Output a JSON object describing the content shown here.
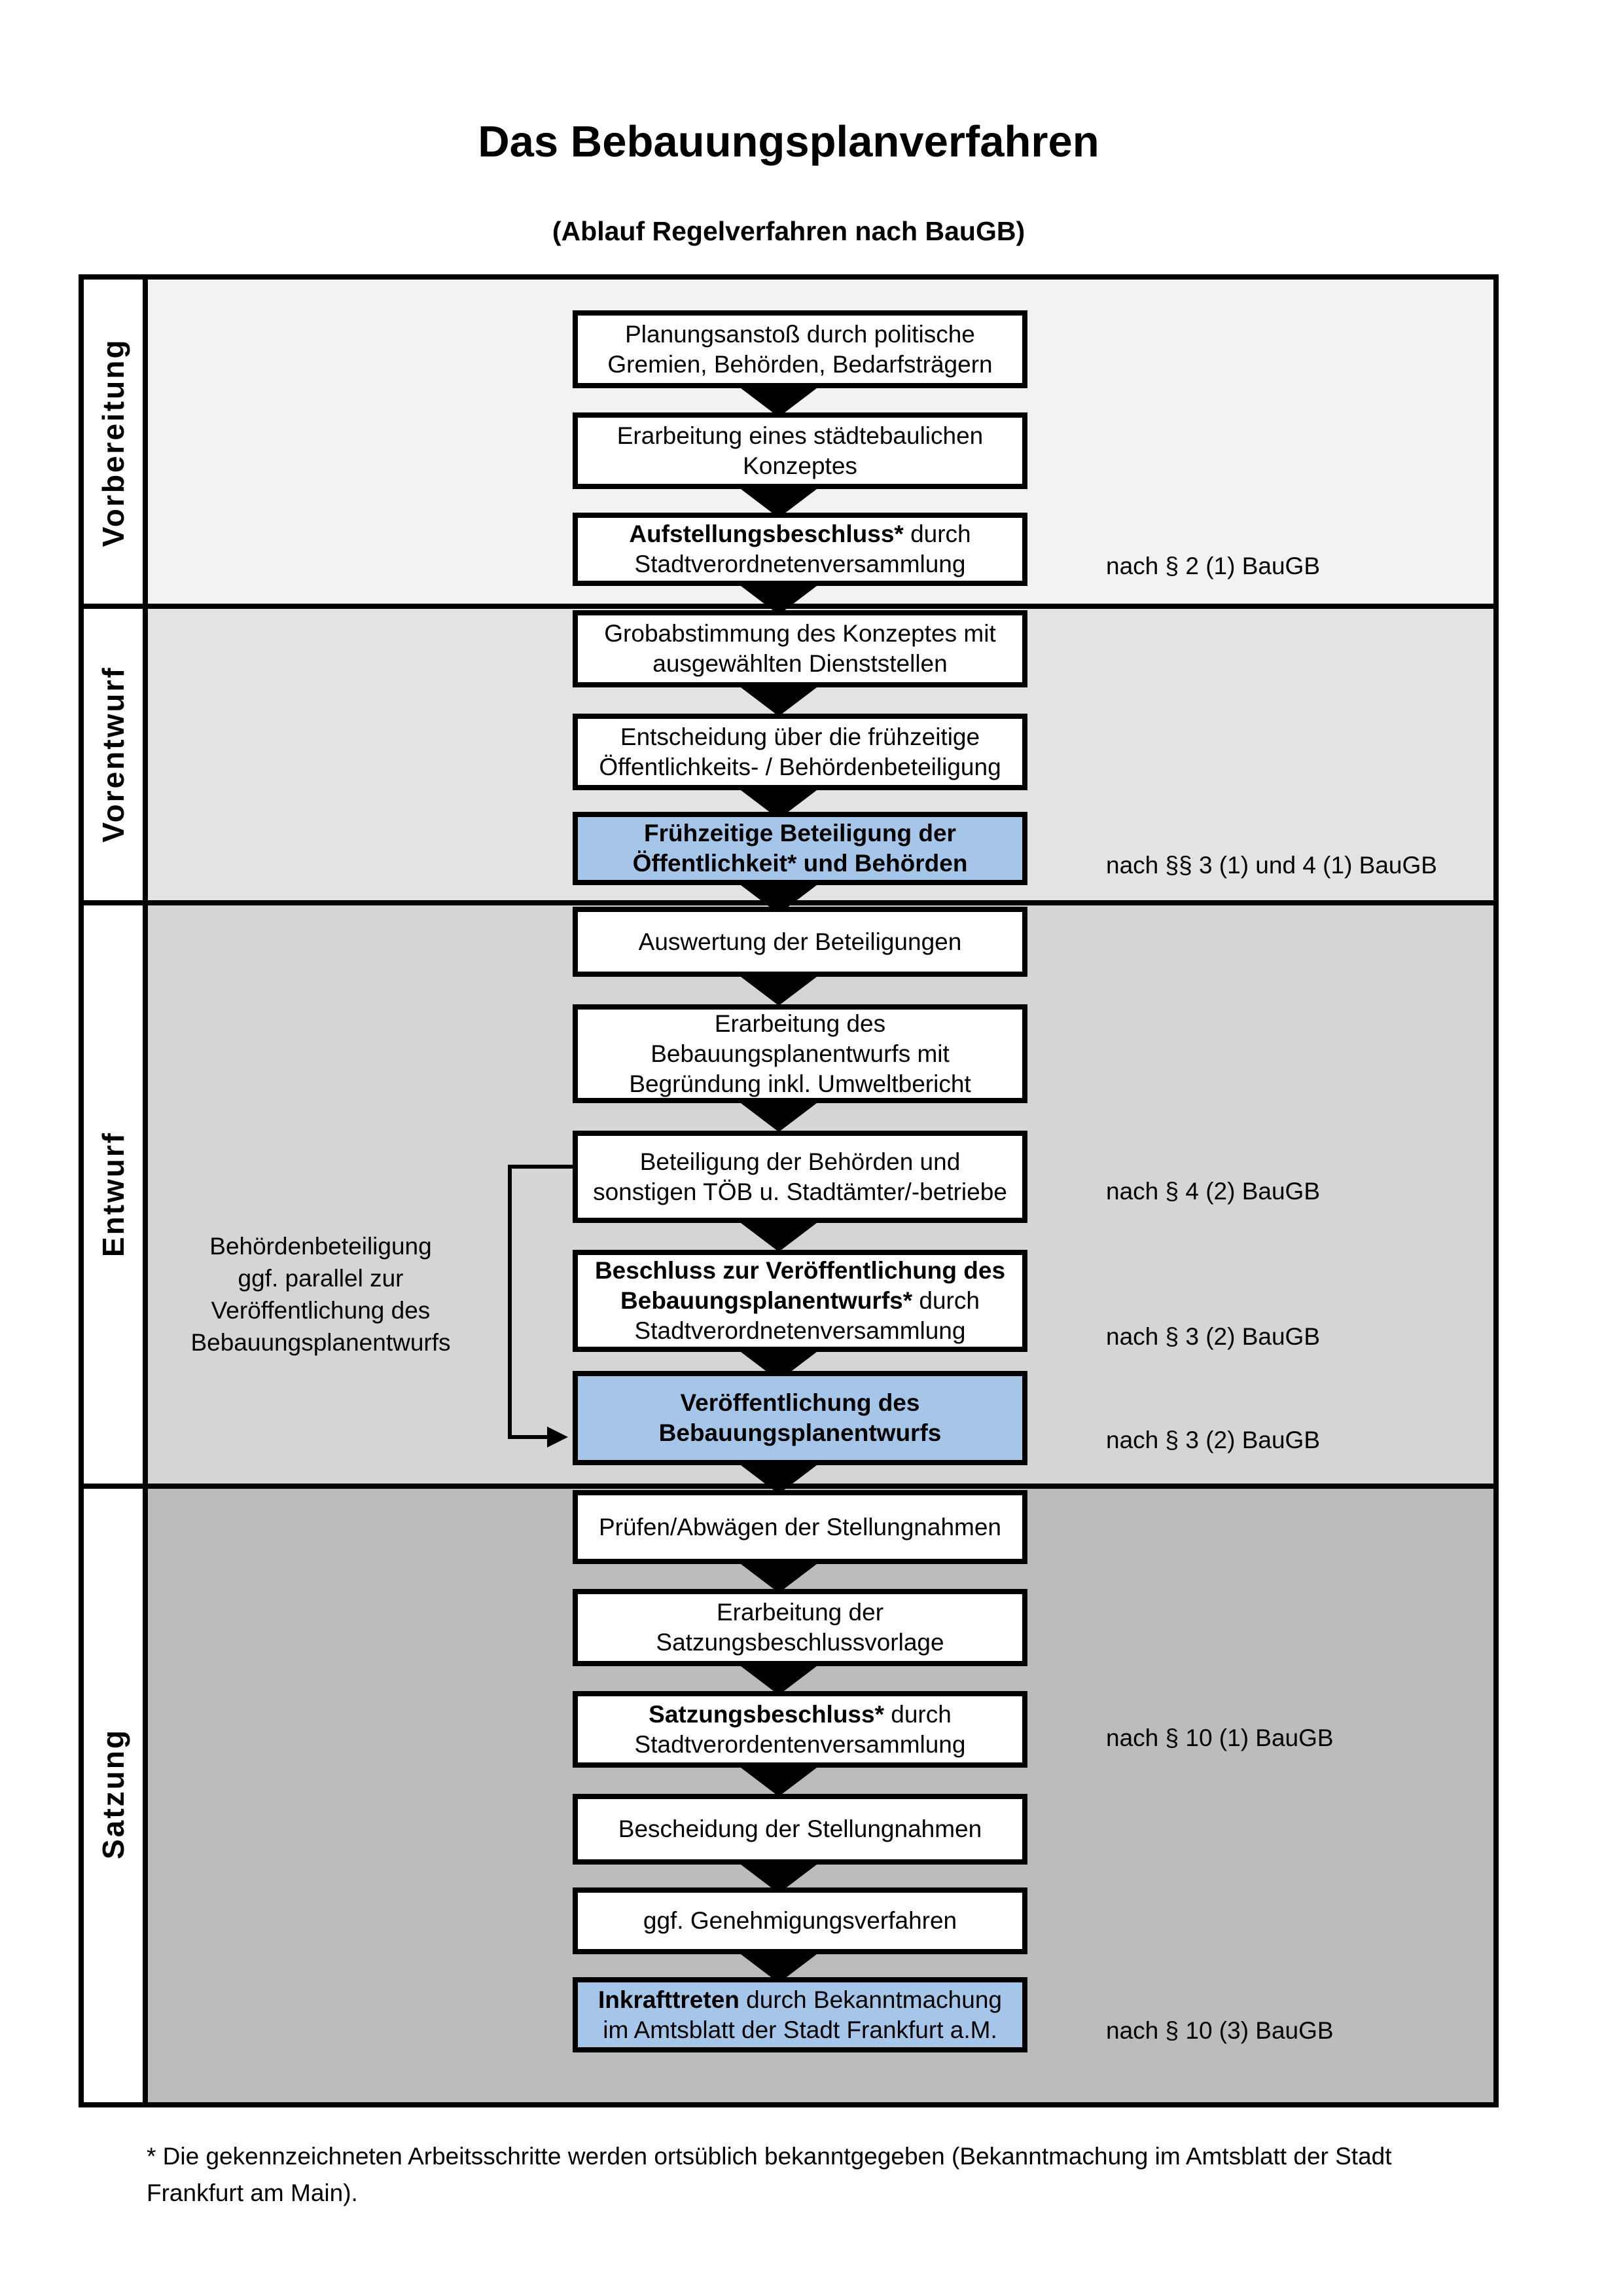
{
  "title": "Das Bebauungsplanverfahren",
  "subtitle": "(Ablauf Regelverfahren nach BauGB)",
  "colors": {
    "highlight_blue": "#a5c6e9",
    "phase1_bg": "#f2f2f2",
    "phase2_bg": "#e3e3e3",
    "phase3_bg": "#d5d5d5",
    "phase4_bg": "#bcbcbc",
    "line_black": "#000000"
  },
  "phases": {
    "p1": "Vorbereitung",
    "p2": "Vorentwurf",
    "p3": "Entwurf",
    "p4": "Satzung"
  },
  "flow": {
    "planungsanstoss": {
      "l1": "Planungsanstoß durch politische",
      "l2": "Gremien, Behörden, Bedarfsträgern"
    },
    "konzept": {
      "l1": "Erarbeitung eines städtebaulichen",
      "l2": "Konzeptes"
    },
    "aufstellungsbeschluss": {
      "l1b": "Aufstellungsbeschluss*",
      "l1r": " durch",
      "l2": "Stadtverordnetenversammlung"
    },
    "grobabstimmung": {
      "l1": "Grobabstimmung des Konzeptes mit",
      "l2": "ausgewählten Dienststellen"
    },
    "entscheidung": {
      "l1": "Entscheidung über die frühzeitige",
      "l2": "Öffentlichkeits- / Behördenbeteiligung"
    },
    "fruehzeitige_beteiligung": {
      "l1": "Frühzeitige Beteiligung der",
      "l2": "Öffentlichkeit* und Behörden"
    },
    "auswertung": {
      "l1": "Auswertung der Beteiligungen"
    },
    "erarbeitung_entwurf": {
      "l1": "Erarbeitung des",
      "l2": "Bebauungsplanentwurfs mit",
      "l3": "Begründung inkl. Umweltbericht"
    },
    "beteiligung_behoerden": {
      "l1": "Beteiligung der Behörden und",
      "l2": "sonstigen TÖB u. Stadtämter/-betriebe"
    },
    "beschluss_veroeffentlichung": {
      "l1": "Beschluss zur Veröffentlichung des",
      "l2b": "Bebauungsplanentwurfs*",
      "l2r": " durch",
      "l3": "Stadtverordnetenversammlung"
    },
    "veroeffentlichung": {
      "l1": "Veröffentlichung des",
      "l2": "Bebauungsplanentwurfs"
    },
    "pruefen": {
      "l1": "Prüfen/Abwägen der Stellungnahmen"
    },
    "satzungsvorlage": {
      "l1": "Erarbeitung der",
      "l2": "Satzungsbeschlussvorlage"
    },
    "satzungsbeschluss": {
      "l1b": "Satzungsbeschluss*",
      "l1r": " durch",
      "l2": "Stadtverordentenversammlung"
    },
    "bescheidung": {
      "l1": "Bescheidung der Stellungnahmen"
    },
    "genehmigung": {
      "l1": "ggf. Genehmigungsverfahren"
    },
    "inkrafttreten": {
      "l1b": "Inkrafttreten",
      "l1r": " durch Bekanntmachung",
      "l2": "im Amtsblatt der Stadt Frankfurt a.M."
    }
  },
  "refs": {
    "ref_2_1": "nach § 2 (1) BauGB",
    "ref_3_1_und_4_1": "nach §§ 3 (1) und 4 (1) BauGB",
    "ref_4_2": "nach § 4 (2) BauGB",
    "ref_3_2_a": "nach § 3 (2) BauGB",
    "ref_3_2_b": "nach § 3 (2) BauGB",
    "ref_10_1": "nach § 10 (1) BauGB",
    "ref_10_3": "nach § 10 (3) BauGB"
  },
  "annotation": {
    "l1": "Behördenbeteiligung",
    "l2": "ggf. parallel zur",
    "l3": "Veröffentlichung des",
    "l4": "Bebauungsplanentwurfs"
  },
  "footnote": {
    "line1": "* Die gekennzeichneten Arbeitsschritte werden ortsüblich bekanntgegeben (Bekanntmachung im Amtsblatt  der Stadt",
    "line2": "Frankfurt am Main)."
  }
}
